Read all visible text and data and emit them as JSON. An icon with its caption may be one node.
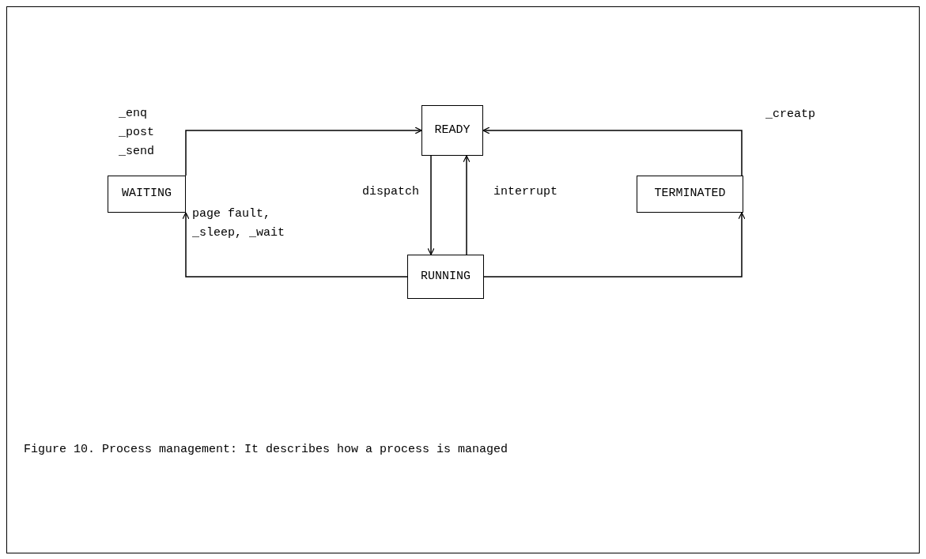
{
  "diagram": {
    "caption": "Figure 10. Process management: It describes how a process is managed",
    "nodes": [
      {
        "text": [
          "READY"
        ]
      },
      {
        "text": [
          "WAITING"
        ]
      },
      {
        "text": [
          "TERMINATED"
        ]
      },
      {
        "text": [
          "RUNNING"
        ]
      }
    ],
    "edges": [
      {
        "from": 1,
        "to": 0,
        "arrow": "to",
        "label": "_enq _post _send"
      },
      {
        "from": 2,
        "to": 0,
        "arrow": "to",
        "label": "_creatp"
      },
      {
        "from": 0,
        "to": 3,
        "arrow": "to",
        "label": "dispatch"
      },
      {
        "from": 3,
        "to": 0,
        "arrow": "to",
        "label": "interrupt"
      },
      {
        "from": 3,
        "to": 1,
        "arrow": "to",
        "label": "page fault, _sleep, _wait"
      },
      {
        "from": 3,
        "to": 2,
        "arrow": "to"
      }
    ]
  }
}
